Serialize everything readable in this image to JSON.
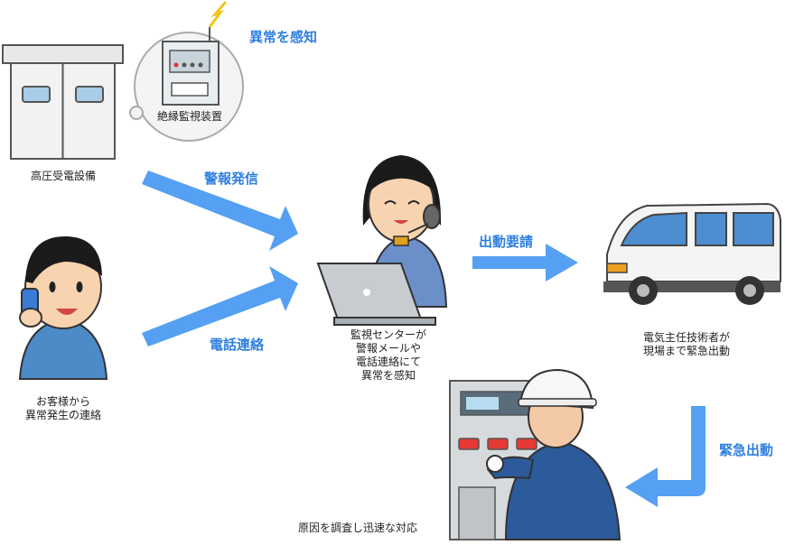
{
  "diagram": {
    "detect_label": "異常を感知",
    "insulation_monitor_label": "絶縁監視装置",
    "substation_label": "高圧受電設備",
    "alarm_label": "警報発信",
    "phone_label": "電話連絡",
    "customer_label_lines": [
      "お客様から",
      "異常発生の連絡"
    ],
    "center_label_lines": [
      "監視センターが",
      "警報メールや",
      "電話連絡にて",
      "異常を感知"
    ],
    "dispatch_request_label": "出動要請",
    "engineer_label_lines": [
      "電気主任技術者が",
      "現場まで緊急出動"
    ],
    "emergency_label": "緊急出動",
    "investigate_label": "原因を調査し迅速な対応"
  },
  "colors": {
    "arrow": "#55a0f2",
    "accent_text": "#2e7fe0"
  }
}
